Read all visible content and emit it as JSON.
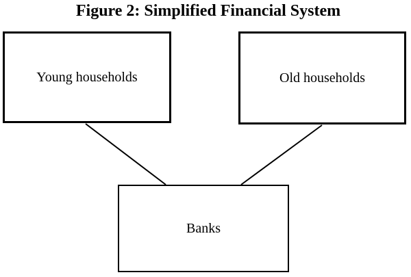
{
  "figure": {
    "title": "Figure 2: Simplified Financial System"
  },
  "diagram": {
    "nodes": [
      {
        "id": "young-households",
        "label": "Young households"
      },
      {
        "id": "old-households",
        "label": "Old households"
      },
      {
        "id": "banks",
        "label": "Banks"
      }
    ],
    "edges": [
      {
        "from": "young-households",
        "to": "banks"
      },
      {
        "from": "old-households",
        "to": "banks"
      }
    ]
  },
  "colors": {
    "background": "#ffffff",
    "box_border": "#000000",
    "line": "#000000",
    "text": "#000000"
  }
}
